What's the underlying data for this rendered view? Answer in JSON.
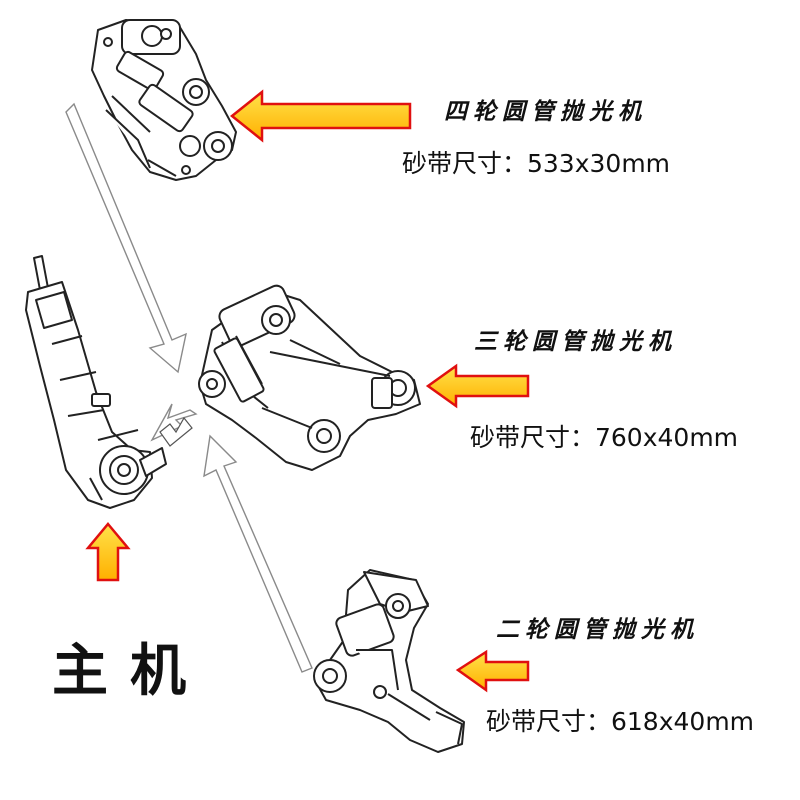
{
  "colors": {
    "arrow_fill": "#ffc200",
    "arrow_outline": "#e01010",
    "line": "#222222",
    "guide_arrow": "#9a9a9a"
  },
  "labels": {
    "four_wheel": {
      "title": "四轮圆管抛光机",
      "spec": "砂带尺寸：533x30mm"
    },
    "three_wheel": {
      "title": "三轮圆管抛光机",
      "spec": "砂带尺寸：760x40mm"
    },
    "two_wheel": {
      "title": "二轮圆管抛光机",
      "spec": "砂带尺寸：618x40mm"
    },
    "host": "主机"
  },
  "icons": [
    "four-wheel-attachment-drawing",
    "three-wheel-attachment-drawing",
    "two-wheel-attachment-drawing",
    "angle-grinder-drawing"
  ]
}
